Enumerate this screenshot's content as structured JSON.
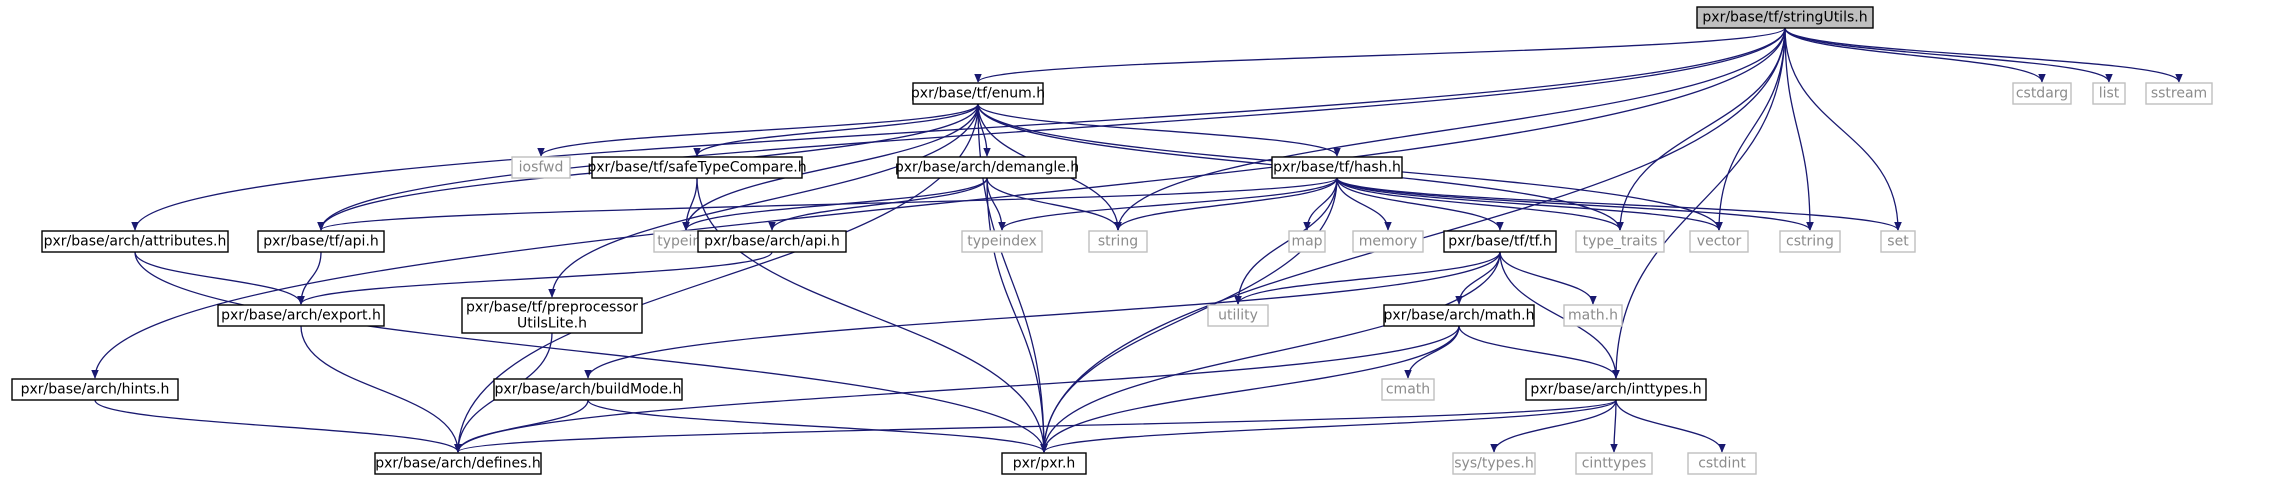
{
  "diagram": {
    "title": "pxr/base/tf/stringUtils.h",
    "nodes": [
      {
        "id": "stringUtils",
        "lines": [
          "pxr/base/tf/stringUtils.h"
        ],
        "kind": "root"
      },
      {
        "id": "enum",
        "lines": [
          "pxr/base/tf/enum.h"
        ],
        "kind": "local"
      },
      {
        "id": "cstdarg",
        "lines": [
          "cstdarg"
        ],
        "kind": "system"
      },
      {
        "id": "list",
        "lines": [
          "list"
        ],
        "kind": "system"
      },
      {
        "id": "sstream",
        "lines": [
          "sstream"
        ],
        "kind": "system"
      },
      {
        "id": "iosfwd",
        "lines": [
          "iosfwd"
        ],
        "kind": "system"
      },
      {
        "id": "safeTypeCompare",
        "lines": [
          "pxr/base/tf/safeTypeCompare.h"
        ],
        "kind": "local"
      },
      {
        "id": "demangle",
        "lines": [
          "pxr/base/arch/demangle.h"
        ],
        "kind": "local"
      },
      {
        "id": "hash",
        "lines": [
          "pxr/base/tf/hash.h"
        ],
        "kind": "local"
      },
      {
        "id": "attributes",
        "lines": [
          "pxr/base/arch/attributes.h"
        ],
        "kind": "local"
      },
      {
        "id": "tfapi",
        "lines": [
          "pxr/base/tf/api.h"
        ],
        "kind": "local"
      },
      {
        "id": "typeinfo",
        "lines": [
          "typeinfo"
        ],
        "kind": "system"
      },
      {
        "id": "archapi",
        "lines": [
          "pxr/base/arch/api.h"
        ],
        "kind": "local"
      },
      {
        "id": "typeindex",
        "lines": [
          "typeindex"
        ],
        "kind": "system"
      },
      {
        "id": "string",
        "lines": [
          "string"
        ],
        "kind": "system"
      },
      {
        "id": "map",
        "lines": [
          "map"
        ],
        "kind": "system"
      },
      {
        "id": "memory",
        "lines": [
          "memory"
        ],
        "kind": "system"
      },
      {
        "id": "tfh",
        "lines": [
          "pxr/base/tf/tf.h"
        ],
        "kind": "local"
      },
      {
        "id": "type_traits",
        "lines": [
          "type_traits"
        ],
        "kind": "system"
      },
      {
        "id": "vector",
        "lines": [
          "vector"
        ],
        "kind": "system"
      },
      {
        "id": "cstring",
        "lines": [
          "cstring"
        ],
        "kind": "system"
      },
      {
        "id": "set",
        "lines": [
          "set"
        ],
        "kind": "system"
      },
      {
        "id": "export",
        "lines": [
          "pxr/base/arch/export.h"
        ],
        "kind": "local"
      },
      {
        "id": "preprocessor",
        "lines": [
          "pxr/base/tf/preprocessor",
          "UtilsLite.h"
        ],
        "kind": "local"
      },
      {
        "id": "utility",
        "lines": [
          "utility"
        ],
        "kind": "system"
      },
      {
        "id": "archmath",
        "lines": [
          "pxr/base/arch/math.h"
        ],
        "kind": "local"
      },
      {
        "id": "mathh",
        "lines": [
          "math.h"
        ],
        "kind": "system"
      },
      {
        "id": "hints",
        "lines": [
          "pxr/base/arch/hints.h"
        ],
        "kind": "local"
      },
      {
        "id": "buildMode",
        "lines": [
          "pxr/base/arch/buildMode.h"
        ],
        "kind": "local"
      },
      {
        "id": "cmath",
        "lines": [
          "cmath"
        ],
        "kind": "system"
      },
      {
        "id": "inttypes",
        "lines": [
          "pxr/base/arch/inttypes.h"
        ],
        "kind": "local"
      },
      {
        "id": "defines",
        "lines": [
          "pxr/base/arch/defines.h"
        ],
        "kind": "local"
      },
      {
        "id": "pxr",
        "lines": [
          "pxr/pxr.h"
        ],
        "kind": "local"
      },
      {
        "id": "systypes",
        "lines": [
          "sys/types.h"
        ],
        "kind": "system"
      },
      {
        "id": "cinttypes",
        "lines": [
          "cinttypes"
        ],
        "kind": "system"
      },
      {
        "id": "cstdint",
        "lines": [
          "cstdint"
        ],
        "kind": "system"
      }
    ],
    "edges": [
      [
        "stringUtils",
        "enum"
      ],
      [
        "stringUtils",
        "cstdarg"
      ],
      [
        "stringUtils",
        "list"
      ],
      [
        "stringUtils",
        "sstream"
      ],
      [
        "stringUtils",
        "attributes"
      ],
      [
        "stringUtils",
        "tfapi"
      ],
      [
        "stringUtils",
        "hints"
      ],
      [
        "stringUtils",
        "string"
      ],
      [
        "stringUtils",
        "type_traits"
      ],
      [
        "stringUtils",
        "vector"
      ],
      [
        "stringUtils",
        "cstring"
      ],
      [
        "stringUtils",
        "set"
      ],
      [
        "stringUtils",
        "inttypes"
      ],
      [
        "stringUtils",
        "pxr"
      ],
      [
        "enum",
        "iosfwd"
      ],
      [
        "enum",
        "safeTypeCompare"
      ],
      [
        "enum",
        "demangle"
      ],
      [
        "enum",
        "hash"
      ],
      [
        "enum",
        "tfapi"
      ],
      [
        "enum",
        "typeinfo"
      ],
      [
        "enum",
        "string"
      ],
      [
        "enum",
        "type_traits"
      ],
      [
        "enum",
        "vector"
      ],
      [
        "enum",
        "preprocessor"
      ],
      [
        "enum",
        "defines"
      ],
      [
        "enum",
        "pxr"
      ],
      [
        "safeTypeCompare",
        "typeinfo"
      ],
      [
        "safeTypeCompare",
        "pxr"
      ],
      [
        "demangle",
        "typeinfo"
      ],
      [
        "demangle",
        "archapi"
      ],
      [
        "demangle",
        "typeindex"
      ],
      [
        "demangle",
        "string"
      ],
      [
        "demangle",
        "pxr"
      ],
      [
        "hash",
        "tfapi"
      ],
      [
        "hash",
        "typeindex"
      ],
      [
        "hash",
        "string"
      ],
      [
        "hash",
        "map"
      ],
      [
        "hash",
        "memory"
      ],
      [
        "hash",
        "tfh"
      ],
      [
        "hash",
        "type_traits"
      ],
      [
        "hash",
        "vector"
      ],
      [
        "hash",
        "cstring"
      ],
      [
        "hash",
        "set"
      ],
      [
        "hash",
        "utility"
      ],
      [
        "hash",
        "pxr"
      ],
      [
        "attributes",
        "export"
      ],
      [
        "attributes",
        "pxr"
      ],
      [
        "tfapi",
        "export"
      ],
      [
        "archapi",
        "export"
      ],
      [
        "export",
        "defines"
      ],
      [
        "preprocessor",
        "defines"
      ],
      [
        "tfh",
        "utility"
      ],
      [
        "tfh",
        "archmath"
      ],
      [
        "tfh",
        "mathh"
      ],
      [
        "tfh",
        "buildMode"
      ],
      [
        "tfh",
        "inttypes"
      ],
      [
        "tfh",
        "pxr"
      ],
      [
        "archmath",
        "cmath"
      ],
      [
        "archmath",
        "inttypes"
      ],
      [
        "archmath",
        "defines"
      ],
      [
        "archmath",
        "pxr"
      ],
      [
        "hints",
        "defines"
      ],
      [
        "buildMode",
        "defines"
      ],
      [
        "buildMode",
        "pxr"
      ],
      [
        "inttypes",
        "systypes"
      ],
      [
        "inttypes",
        "cinttypes"
      ],
      [
        "inttypes",
        "cstdint"
      ],
      [
        "inttypes",
        "defines"
      ],
      [
        "inttypes",
        "pxr"
      ]
    ],
    "colors": {
      "edge": "#191970",
      "local_border": "#000000",
      "system_border": "#bfbfbf",
      "system_text": "#8c8c8c",
      "root_fill": "#bfbfbf"
    }
  }
}
